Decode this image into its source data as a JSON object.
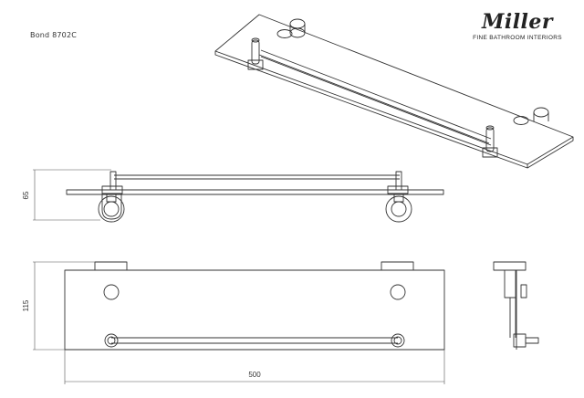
{
  "drawing": {
    "model": "Bond 8702C",
    "brand_name": "Miller",
    "brand_tagline": "FINE BATHROOM INTERIORS",
    "dimensions": {
      "height_side": "65",
      "height_front": "115",
      "width": "500"
    },
    "colors": {
      "line": "#333333",
      "dim": "#555555"
    }
  }
}
